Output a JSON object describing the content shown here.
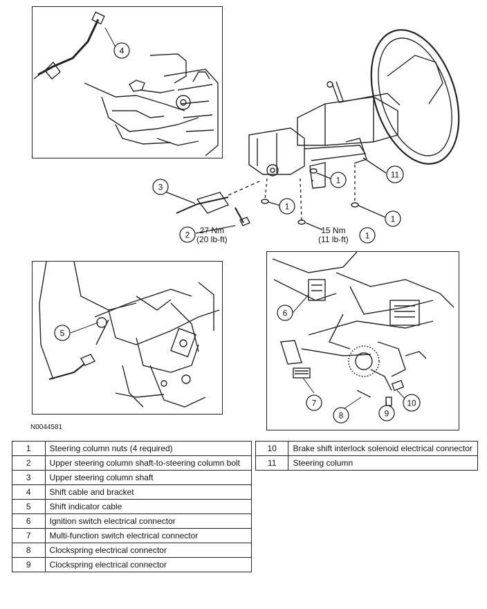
{
  "figure_code": "N0044581",
  "callouts": [
    "1",
    "2",
    "3",
    "4",
    "5",
    "6",
    "7",
    "8",
    "9",
    "10",
    "11"
  ],
  "torques": {
    "bolt": {
      "nm": "27 Nm",
      "lbft": "(20 lb-ft)"
    },
    "nuts": {
      "nm": "15 Nm",
      "lbft": "(11 lb-ft)"
    }
  },
  "legend_left": [
    {
      "num": "1",
      "desc": "Steering column nuts (4 required)"
    },
    {
      "num": "2",
      "desc": "Upper steering column shaft-to-steering column bolt"
    },
    {
      "num": "3",
      "desc": "Upper steering column shaft"
    },
    {
      "num": "4",
      "desc": "Shift cable and bracket"
    },
    {
      "num": "5",
      "desc": "Shift indicator cable"
    },
    {
      "num": "6",
      "desc": "Ignition switch electrical connector"
    },
    {
      "num": "7",
      "desc": "Multi-function switch electrical connector"
    },
    {
      "num": "8",
      "desc": "Clockspring electrical connector"
    },
    {
      "num": "9",
      "desc": "Clockspring electrical connector"
    }
  ],
  "legend_right": [
    {
      "num": "10",
      "desc": "Brake shift interlock solenoid electrical connector"
    },
    {
      "num": "11",
      "desc": "Steering column"
    }
  ]
}
